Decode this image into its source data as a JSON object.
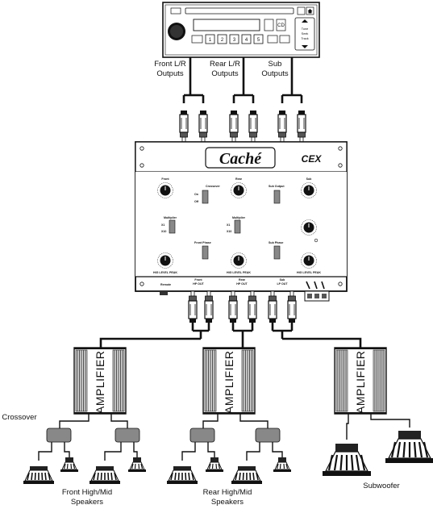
{
  "head_unit": {
    "buttons": [
      "1",
      "2",
      "3",
      "4",
      "5"
    ],
    "side_buttons": [
      "",
      "CD",
      "",
      "",
      ""
    ],
    "right_panel": [
      "Tune",
      "Seek",
      "Track"
    ]
  },
  "outputs": {
    "front": [
      "Front L/R",
      "Outputs"
    ],
    "rear": [
      "Rear L/R",
      "Outputs"
    ],
    "sub": [
      "Sub",
      "Outputs"
    ]
  },
  "processor": {
    "brand": "Caché",
    "model": "CEX",
    "panel": {
      "knob_front": "Front",
      "knob_rear": "Rear",
      "knob_sub": "Sub",
      "crossover_label": "Crossover",
      "on": "On",
      "off": "Off",
      "multiplier_left": "Multiplier",
      "multiplier_right": "Multiplier",
      "x1": "X1",
      "x10": "X10",
      "sub_output": "Sub Output",
      "front_phase": "Front Phase",
      "sub_phase": "Sub Phase",
      "levels": "HIG  LEVEL  PEAK",
      "remote": "Remote"
    },
    "jacks": {
      "front": [
        "Front",
        "HP OUT"
      ],
      "rear": [
        "Rear",
        "HP OUT"
      ],
      "sub": [
        "Sub",
        "LP OUT"
      ]
    }
  },
  "amplifier_text": "AMPLIFIER",
  "labels": {
    "crossover": "Crossover",
    "front_speakers": [
      "Front High/Mid",
      "Speakers"
    ],
    "rear_speakers": [
      "Rear High/Mid",
      "Speakers"
    ],
    "subwoofer": "Subwoofer"
  }
}
